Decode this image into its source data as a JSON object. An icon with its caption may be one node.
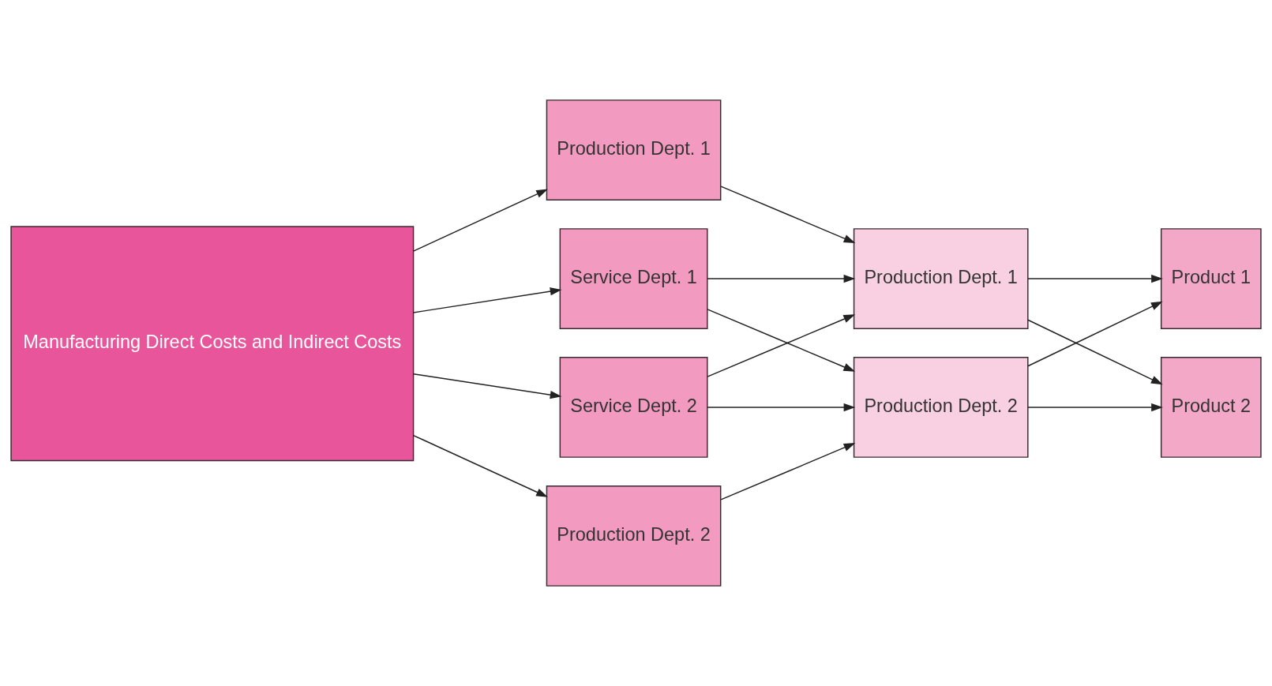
{
  "diagram": {
    "nodes": [
      {
        "text": [
          "Manufacturing Direct Costs and Indirect Costs"
        ]
      },
      {
        "text": [
          "Service Dept. 1"
        ]
      },
      {
        "text": [
          "Service Dept. 2"
        ]
      },
      {
        "text": [
          "Production Dept. 1"
        ]
      },
      {
        "text": [
          "Production Dept. 2"
        ]
      },
      {
        "text": [
          "Production Dept. 1"
        ]
      },
      {
        "text": [
          "Production Dept. 2"
        ]
      },
      {
        "text": [
          "Product 1"
        ]
      },
      {
        "text": [
          "Product 2"
        ]
      }
    ],
    "edges": [
      {
        "from": 0,
        "to": 1,
        "arrow": "to"
      },
      {
        "from": 0,
        "to": 2,
        "arrow": "to"
      },
      {
        "from": 0,
        "to": 3,
        "arrow": "to"
      },
      {
        "from": 0,
        "to": 4,
        "arrow": "to"
      },
      {
        "from": 1,
        "to": 5,
        "arrow": "to"
      },
      {
        "from": 1,
        "to": 6,
        "arrow": "to"
      },
      {
        "from": 2,
        "to": 5,
        "arrow": "to"
      },
      {
        "from": 2,
        "to": 6,
        "arrow": "to"
      },
      {
        "from": 3,
        "to": 5,
        "arrow": "to"
      },
      {
        "from": 4,
        "to": 6,
        "arrow": "to"
      },
      {
        "from": 5,
        "to": 7,
        "arrow": "to"
      },
      {
        "from": 5,
        "to": 8,
        "arrow": "to"
      },
      {
        "from": 6,
        "to": 7,
        "arrow": "to"
      },
      {
        "from": 6,
        "to": 8,
        "arrow": "to"
      }
    ]
  }
}
